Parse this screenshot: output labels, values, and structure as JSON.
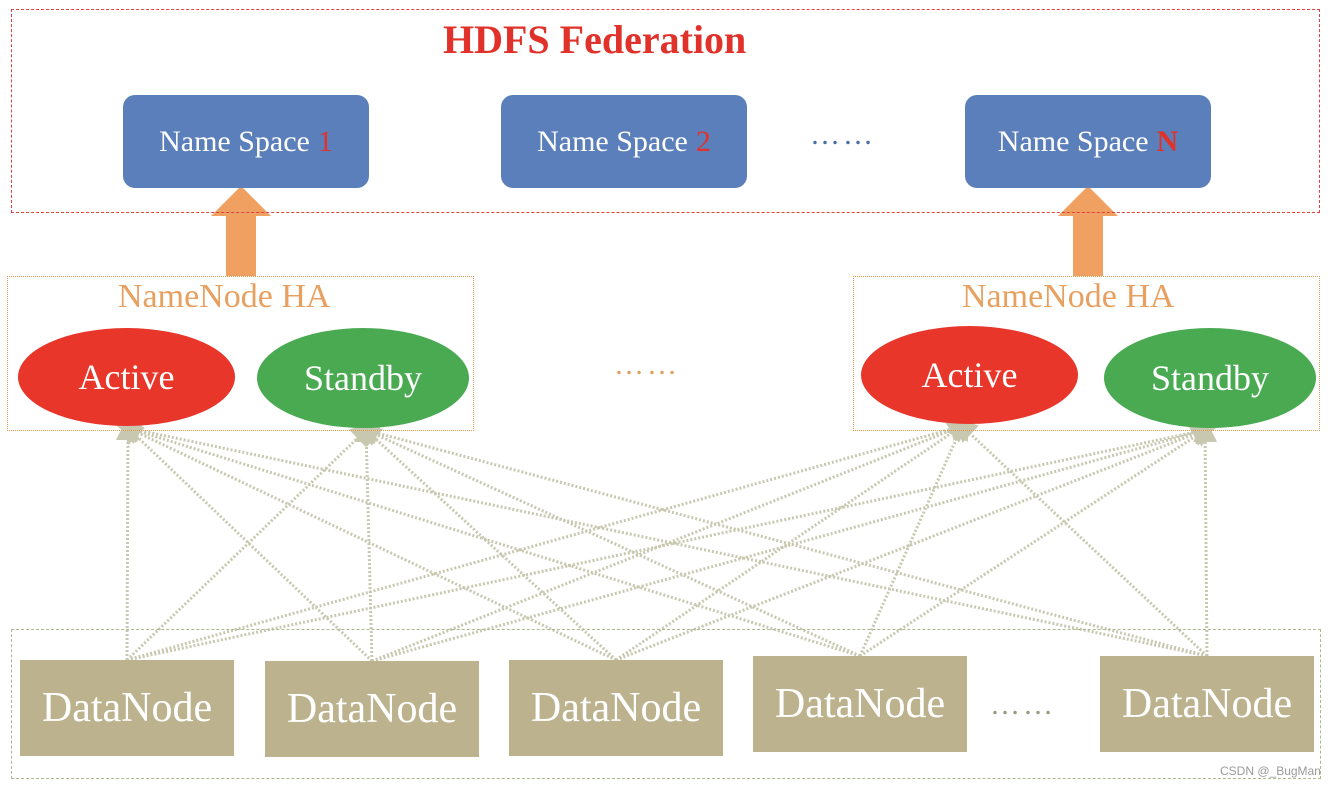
{
  "federation": {
    "title": "HDFS Federation",
    "namespaces": [
      {
        "prefix": "Name Space",
        "number": "1"
      },
      {
        "prefix": "Name Space",
        "number": "2"
      },
      {
        "prefix": "Name Space",
        "number": "N"
      }
    ],
    "ellipsis": "……"
  },
  "ha_groups": [
    {
      "title": "NameNode HA",
      "active": "Active",
      "standby": "Standby"
    },
    {
      "title": "NameNode HA",
      "active": "Active",
      "standby": "Standby"
    }
  ],
  "ha_ellipsis": "……",
  "datanodes": {
    "items": [
      "DataNode",
      "DataNode",
      "DataNode",
      "DataNode",
      "DataNode"
    ],
    "ellipsis": "……"
  },
  "watermark": "CSDN @_BugMan",
  "colors": {
    "title_red": "#e0322a",
    "namespace_blue": "#5b7fba",
    "active_red": "#e8362a",
    "standby_green": "#4aaa52",
    "arrow_orange": "#f0a060",
    "datanode_khaki": "#bcb38e",
    "link_gray": "#c8c8b0"
  }
}
